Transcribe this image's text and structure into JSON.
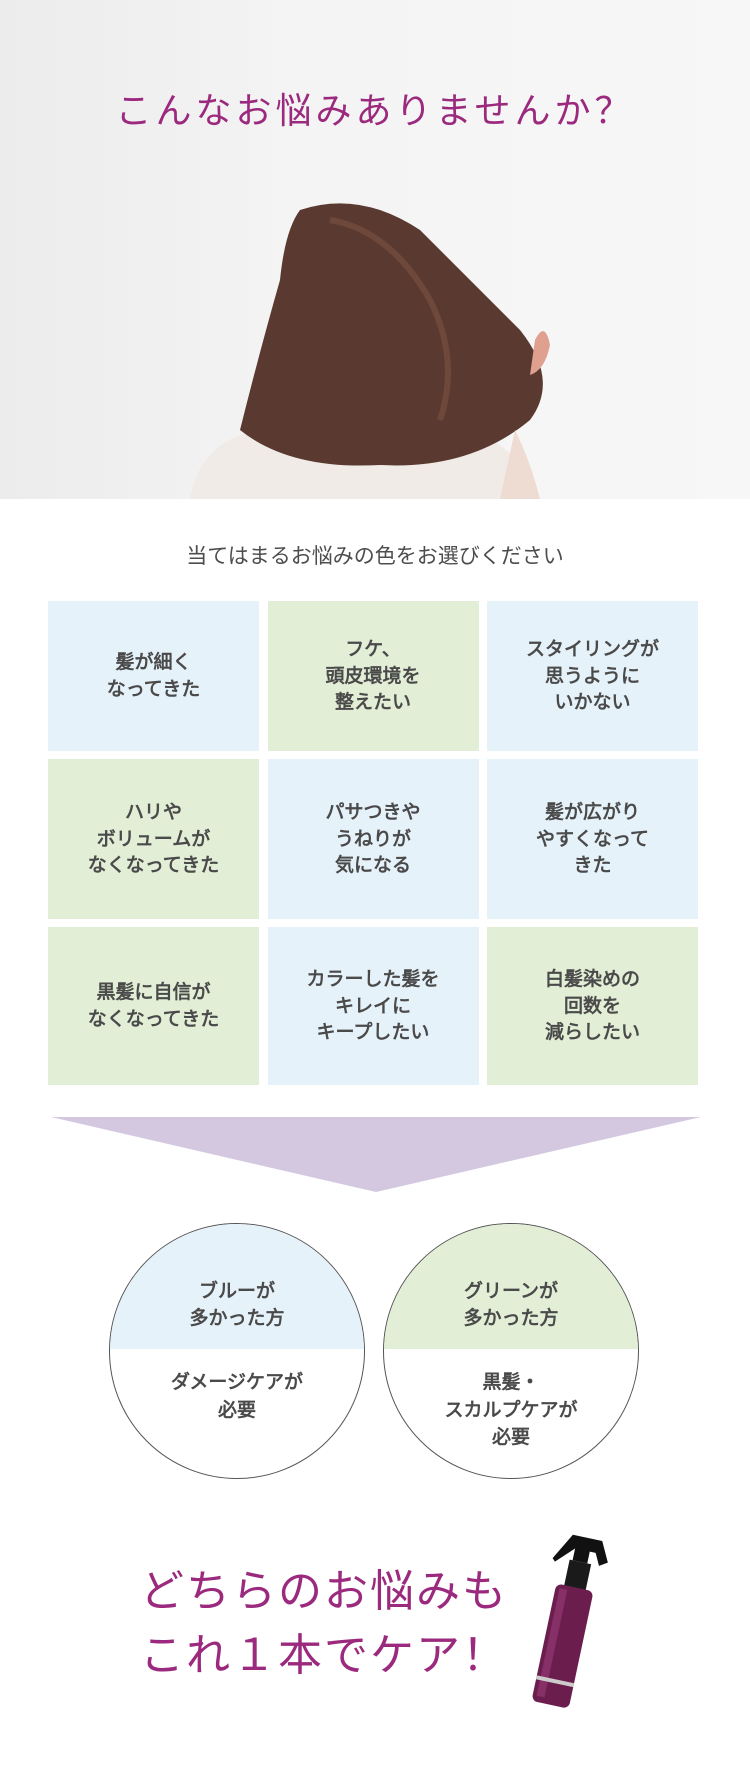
{
  "header": {
    "title": "こんなお悩みありませんか？"
  },
  "instruction": "当てはまるお悩みの色をお選びください",
  "concerns": [
    {
      "label": "髪が細く\nなってきた",
      "color": "blue"
    },
    {
      "label": "フケ、\n頭皮環境を\n整えたい",
      "color": "green"
    },
    {
      "label": "スタイリングが\n思うように\nいかない",
      "color": "blue"
    },
    {
      "label": "ハリや\nボリュームが\nなくなってきた",
      "color": "green"
    },
    {
      "label": "パサつきや\nうねりが\n気になる",
      "color": "blue"
    },
    {
      "label": "髪が広がり\nやすくなって\nきた",
      "color": "blue"
    },
    {
      "label": "黒髪に自信が\nなくなってきた",
      "color": "green"
    },
    {
      "label": "カラーした髪を\nキレイに\nキープしたい",
      "color": "blue"
    },
    {
      "label": "白髪染めの\n回数を\n減らしたい",
      "color": "green"
    }
  ],
  "results": [
    {
      "condition": "ブルーが\n多かった方",
      "result": "ダメージケアが\n必要",
      "color": "#e6f2fa"
    },
    {
      "condition": "グリーンが\n多かった方",
      "result": "黒髪・\nスカルプケアが\n必要",
      "color": "#e2eed6"
    }
  ],
  "closing": {
    "line1": "どちらのお悩みも",
    "line2": "これ１本でケア！"
  },
  "colors": {
    "accent": "#9b2a7e",
    "blue": "#e6f2fa",
    "green": "#e2eed6",
    "arrow": "#d3c8e0"
  }
}
